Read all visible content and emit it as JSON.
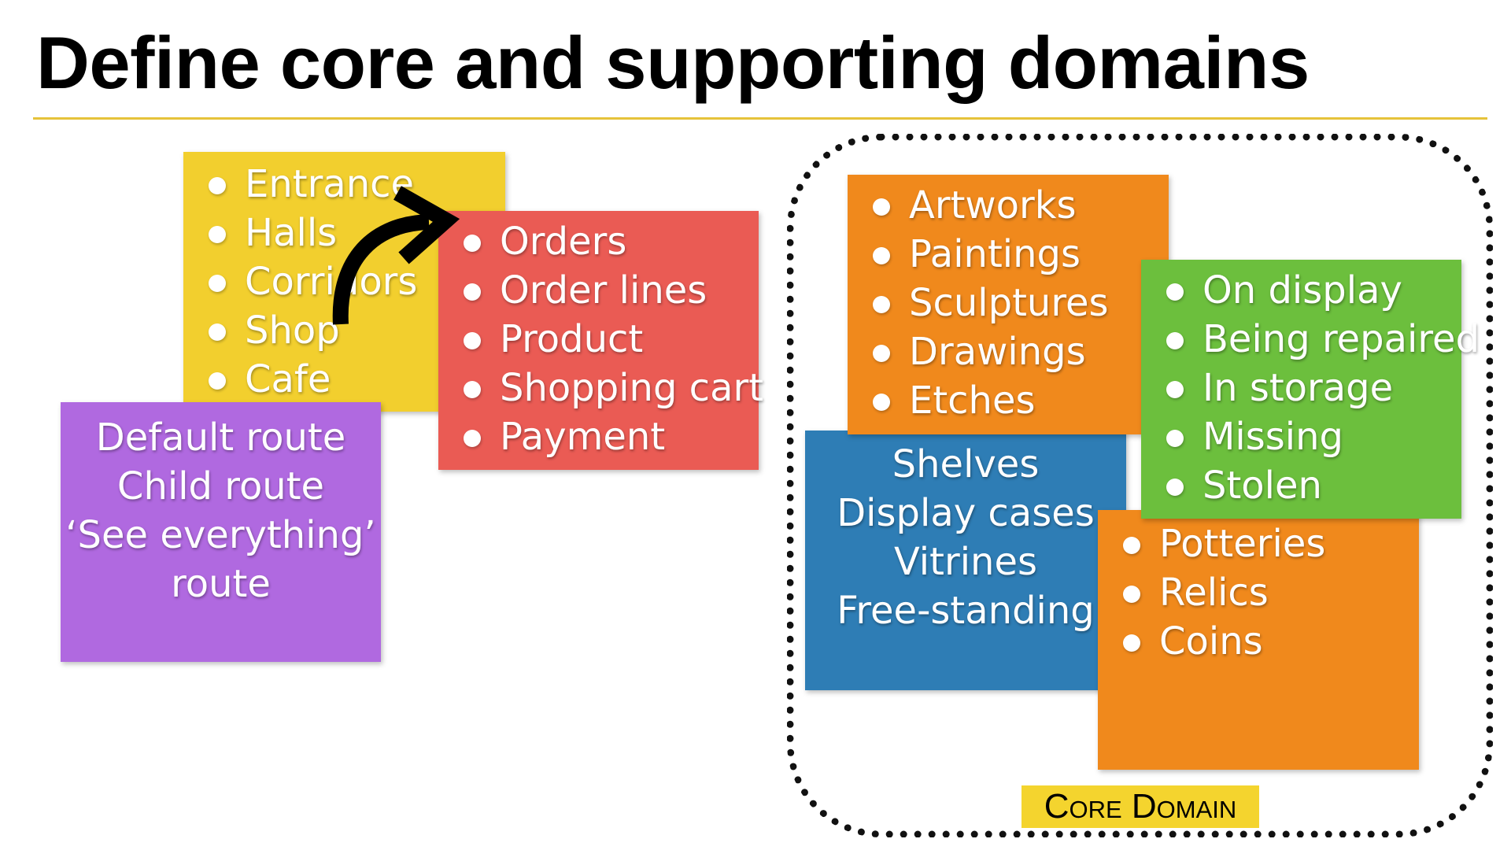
{
  "slide": {
    "title": "Define core and supporting domains"
  },
  "notes": {
    "yellow": {
      "color": "#f2cf2e",
      "items": [
        "Entrance",
        "Halls",
        "Corridors",
        "Shop",
        "Cafe"
      ]
    },
    "red": {
      "color": "#ea5b54",
      "items": [
        "Orders",
        "Order lines",
        "Product",
        "Shopping cart",
        "Payment"
      ]
    },
    "purple": {
      "color": "#b069e0",
      "lines": [
        "Default route",
        "Child route",
        "‘See everything’",
        "route"
      ]
    },
    "orange_top": {
      "color": "#f0891c",
      "items": [
        "Artworks",
        "Paintings",
        "Sculptures",
        "Drawings",
        "Etches"
      ]
    },
    "blue": {
      "color": "#2e7db5",
      "lines": [
        "Shelves",
        "Display cases",
        "Vitrines",
        "Free-standing"
      ]
    },
    "green": {
      "color": "#6cbf3d",
      "items": [
        "On display",
        "Being repaired",
        "In storage",
        "Missing",
        "Stolen"
      ]
    },
    "orange_bottom": {
      "color": "#f0891c",
      "items": [
        "Potteries",
        "Relics",
        "Coins"
      ]
    }
  },
  "core_domain": {
    "label": "Core Domain",
    "label_bg": "#f4d42e"
  },
  "arrow": {
    "icon": "curved-arrow-icon",
    "color": "#000000"
  }
}
